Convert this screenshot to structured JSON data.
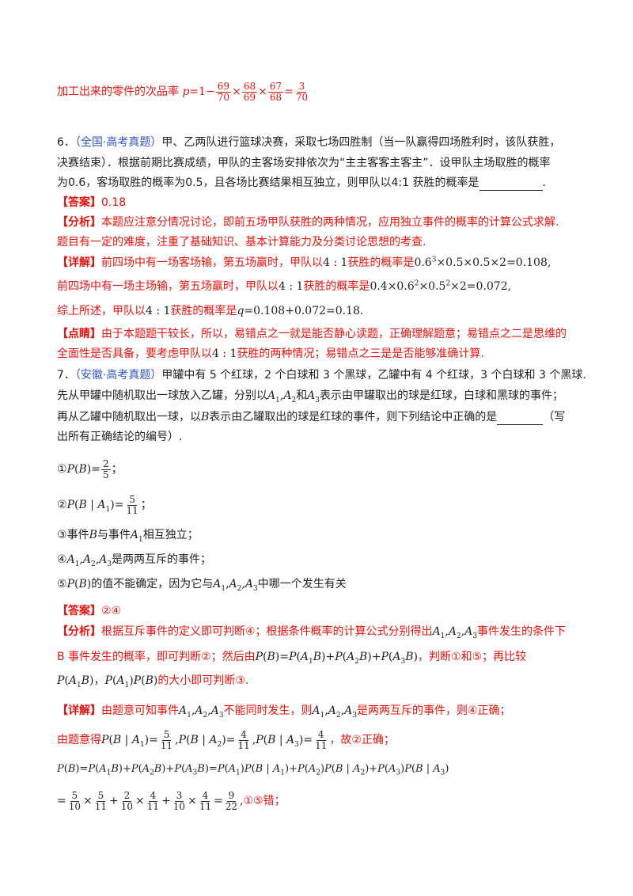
{
  "l_pre": "加工出来的零件的次品率",
  "q6": {
    "num": "6．",
    "source": "（全国·高考真题）",
    "line1": "甲、乙两队进行篮球决赛，采取七场四胜制（当一队赢得四场胜利时，该队获胜，",
    "line2": "决赛结束）．根据前期比赛成绩，甲队的主客场安排依次为“主主客客主客主”．设甲队主场取胜的概率",
    "line3": "为0.6，客场取胜的概率为0.5，且各场比赛结果相互独立，则甲队以4:1 获胜的概率是",
    "line3_end": ".",
    "answer_tag": "【答案】",
    "answer": "0.18",
    "analysis_tag": "【分析】",
    "analysis1": "本题应注意分情况讨论，即前五场甲队获胜的两种情况，应用独立事件的概率的计算公式求解.",
    "analysis2": "题目有一定的难度，注重了基础知识、基本计算能力及分类讨论思想的考查.",
    "detail_tag": "【详解】",
    "detail1": "前四场中有一场客场输，第五场赢时，甲队以",
    "detail1b": "获胜的概率是",
    "detail2": "前四场中有一场主场输，第五场赢时，甲队以",
    "detail2b": "获胜的概率是",
    "detail3": "综上所述，甲队以",
    "detail3b": "获胜的概率是",
    "ratio": "4 : 1",
    "comment_tag": "【点睛】",
    "comment1": "由于本题题干较长，所以，易错点之一就是能否静心读题，正确理解题意；易错点之二是思维的",
    "comment2a": "全面性是否具备，要考虑甲队以",
    "comment2b": "获胜的两种情况；易错点之三是是否能够准确计算."
  },
  "q7": {
    "num": "7．",
    "source": "（安徽·高考真题）",
    "line1": "甲罐中有 5 个红球，2 个白球和 3 个黑球，乙罐中有 4 个红球，3 个白球和 3 个黑球.",
    "line2a": "先从甲罐中随机取出一球放入乙罐，分别以",
    "line2b": "和",
    "line2c": "表示由甲罐取出的球是红球，白球和黑球的事件；",
    "line3a": "再从乙罐中随机取出一球，以",
    "line3b": "表示由乙罐取出的球是红球的事件，则下列结论中正确的是",
    "line3c": "（写",
    "line4": "出所有正确结论的编号）.",
    "opt1": "①",
    "opt2": "②",
    "opt3a": "③事件",
    "opt3b": "与事件",
    "opt3c": "相互独立；",
    "opt4a": "④",
    "opt4b": "是两两互斥的事件；",
    "opt5a": "⑤",
    "opt5b": "的值不能确定，因为它与",
    "opt5c": "中哪一个发生有关",
    "semi": "；",
    "answer_tag": "【答案】",
    "answer": "②④",
    "analysis_tag": "【分析】",
    "analysis1a": "根据互斥事件的定义即可判断④；根据条件概率的计算公式分别得出",
    "analysis1b": "事件发生的条件下",
    "analysis2a": "B 事件发生的概率，即可判断②；然后由",
    "analysis2b": "，判断①和⑤；再比较",
    "analysis3": "的大小即可判断③.",
    "detail_tag": "【详解】",
    "detail1a": "由题意可知事件",
    "detail1b": "不能同时发生，则",
    "detail1c": "是两两互斥的事件，则④正确；",
    "detail2a": "由题意得",
    "detail2b": "，故②正确；",
    "detail4b": "①⑤",
    "detail4c": "错；"
  }
}
